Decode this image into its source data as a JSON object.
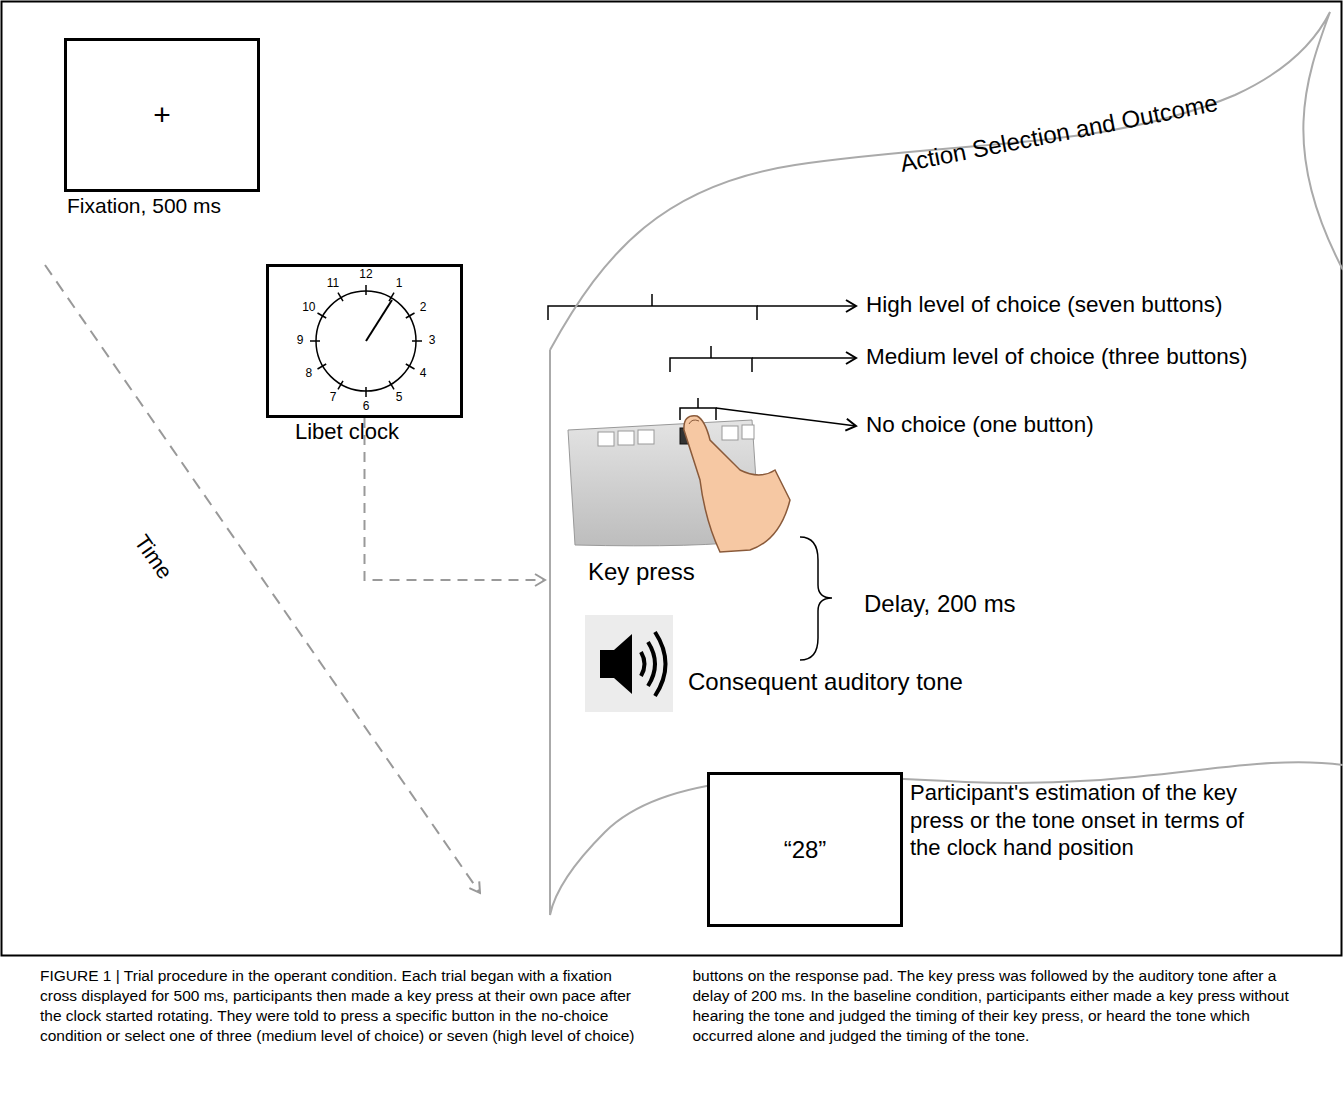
{
  "diagram": {
    "caption": "FIGURE 1 | Trial procedure in the operant condition. Each trial began with a fixation cross displayed for 500 ms, participants then made a key press at their own pace after the clock started rotating. They were told to press a specific button in the no-choice condition or select one of three (medium level of choice) or seven (high level of choice) buttons on the response pad. The key press was followed by the auditory tone after a delay of 200 ms. In the baseline condition, participants either made a key press without hearing the tone and judged the timing of their key press, or heard the tone which occurred alone and judged the timing of the tone.",
    "nodes": [
      {
        "text": [
          "+",
          "Fixation, 500 ms"
        ]
      },
      {
        "text": [
          "Libet clock"
        ]
      },
      {
        "text": [
          "Action Selection and Outcome"
        ]
      },
      {
        "text": [
          "“28”",
          "Participant's estimation of the key press or the tone onset in terms of the clock hand position"
        ]
      }
    ],
    "edges": [
      {
        "from": 1,
        "to": 2,
        "arrow": "to"
      }
    ],
    "labels": [
      "Time",
      "12",
      "1",
      "2",
      "3",
      "4",
      "5",
      "6",
      "7",
      "8",
      "9",
      "10",
      "11",
      "High level of choice (seven buttons)",
      "Medium level of choice (three buttons)",
      "No choice (one button)",
      "Key press",
      "Delay, 200 ms",
      "Consequent auditory tone"
    ]
  }
}
